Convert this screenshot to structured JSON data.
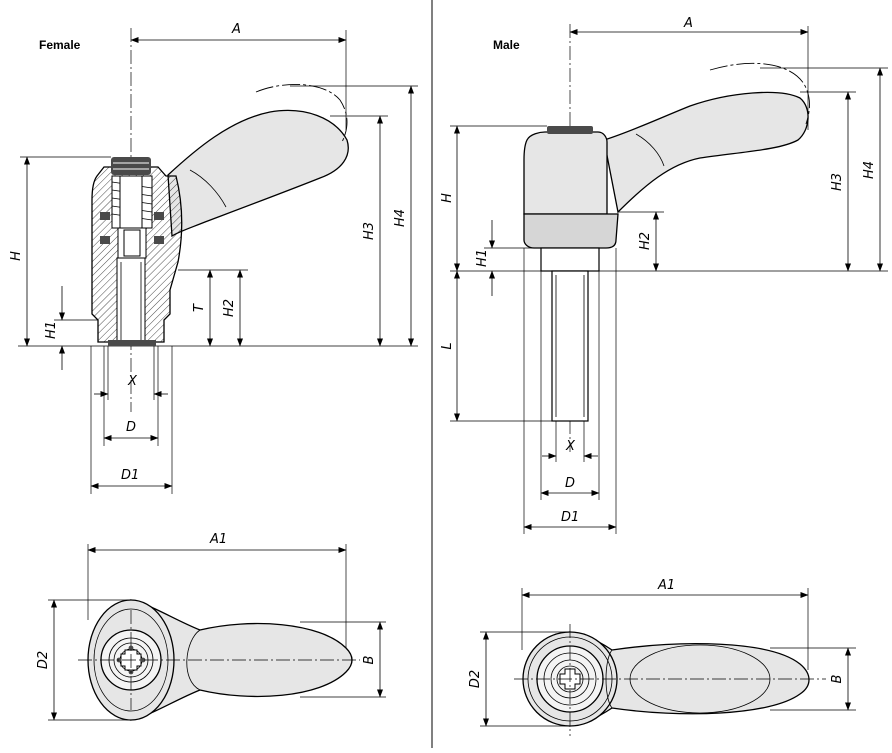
{
  "panels": {
    "female": {
      "title": "Female"
    },
    "male": {
      "title": "Male"
    }
  },
  "dimensions": {
    "female_side": [
      "A",
      "H",
      "H1",
      "H2",
      "H3",
      "H4",
      "T",
      "X",
      "D",
      "D1"
    ],
    "female_top": [
      "A1",
      "D2",
      "B"
    ],
    "male_side": [
      "A",
      "H",
      "H1",
      "H2",
      "H3",
      "H4",
      "L",
      "X",
      "D",
      "D1"
    ],
    "male_top": [
      "A1",
      "D2",
      "B"
    ]
  },
  "colors": {
    "line": "#000000",
    "part_fill": "#e6e6e6",
    "dark_fill": "#4a4a4a",
    "background": "#ffffff"
  }
}
